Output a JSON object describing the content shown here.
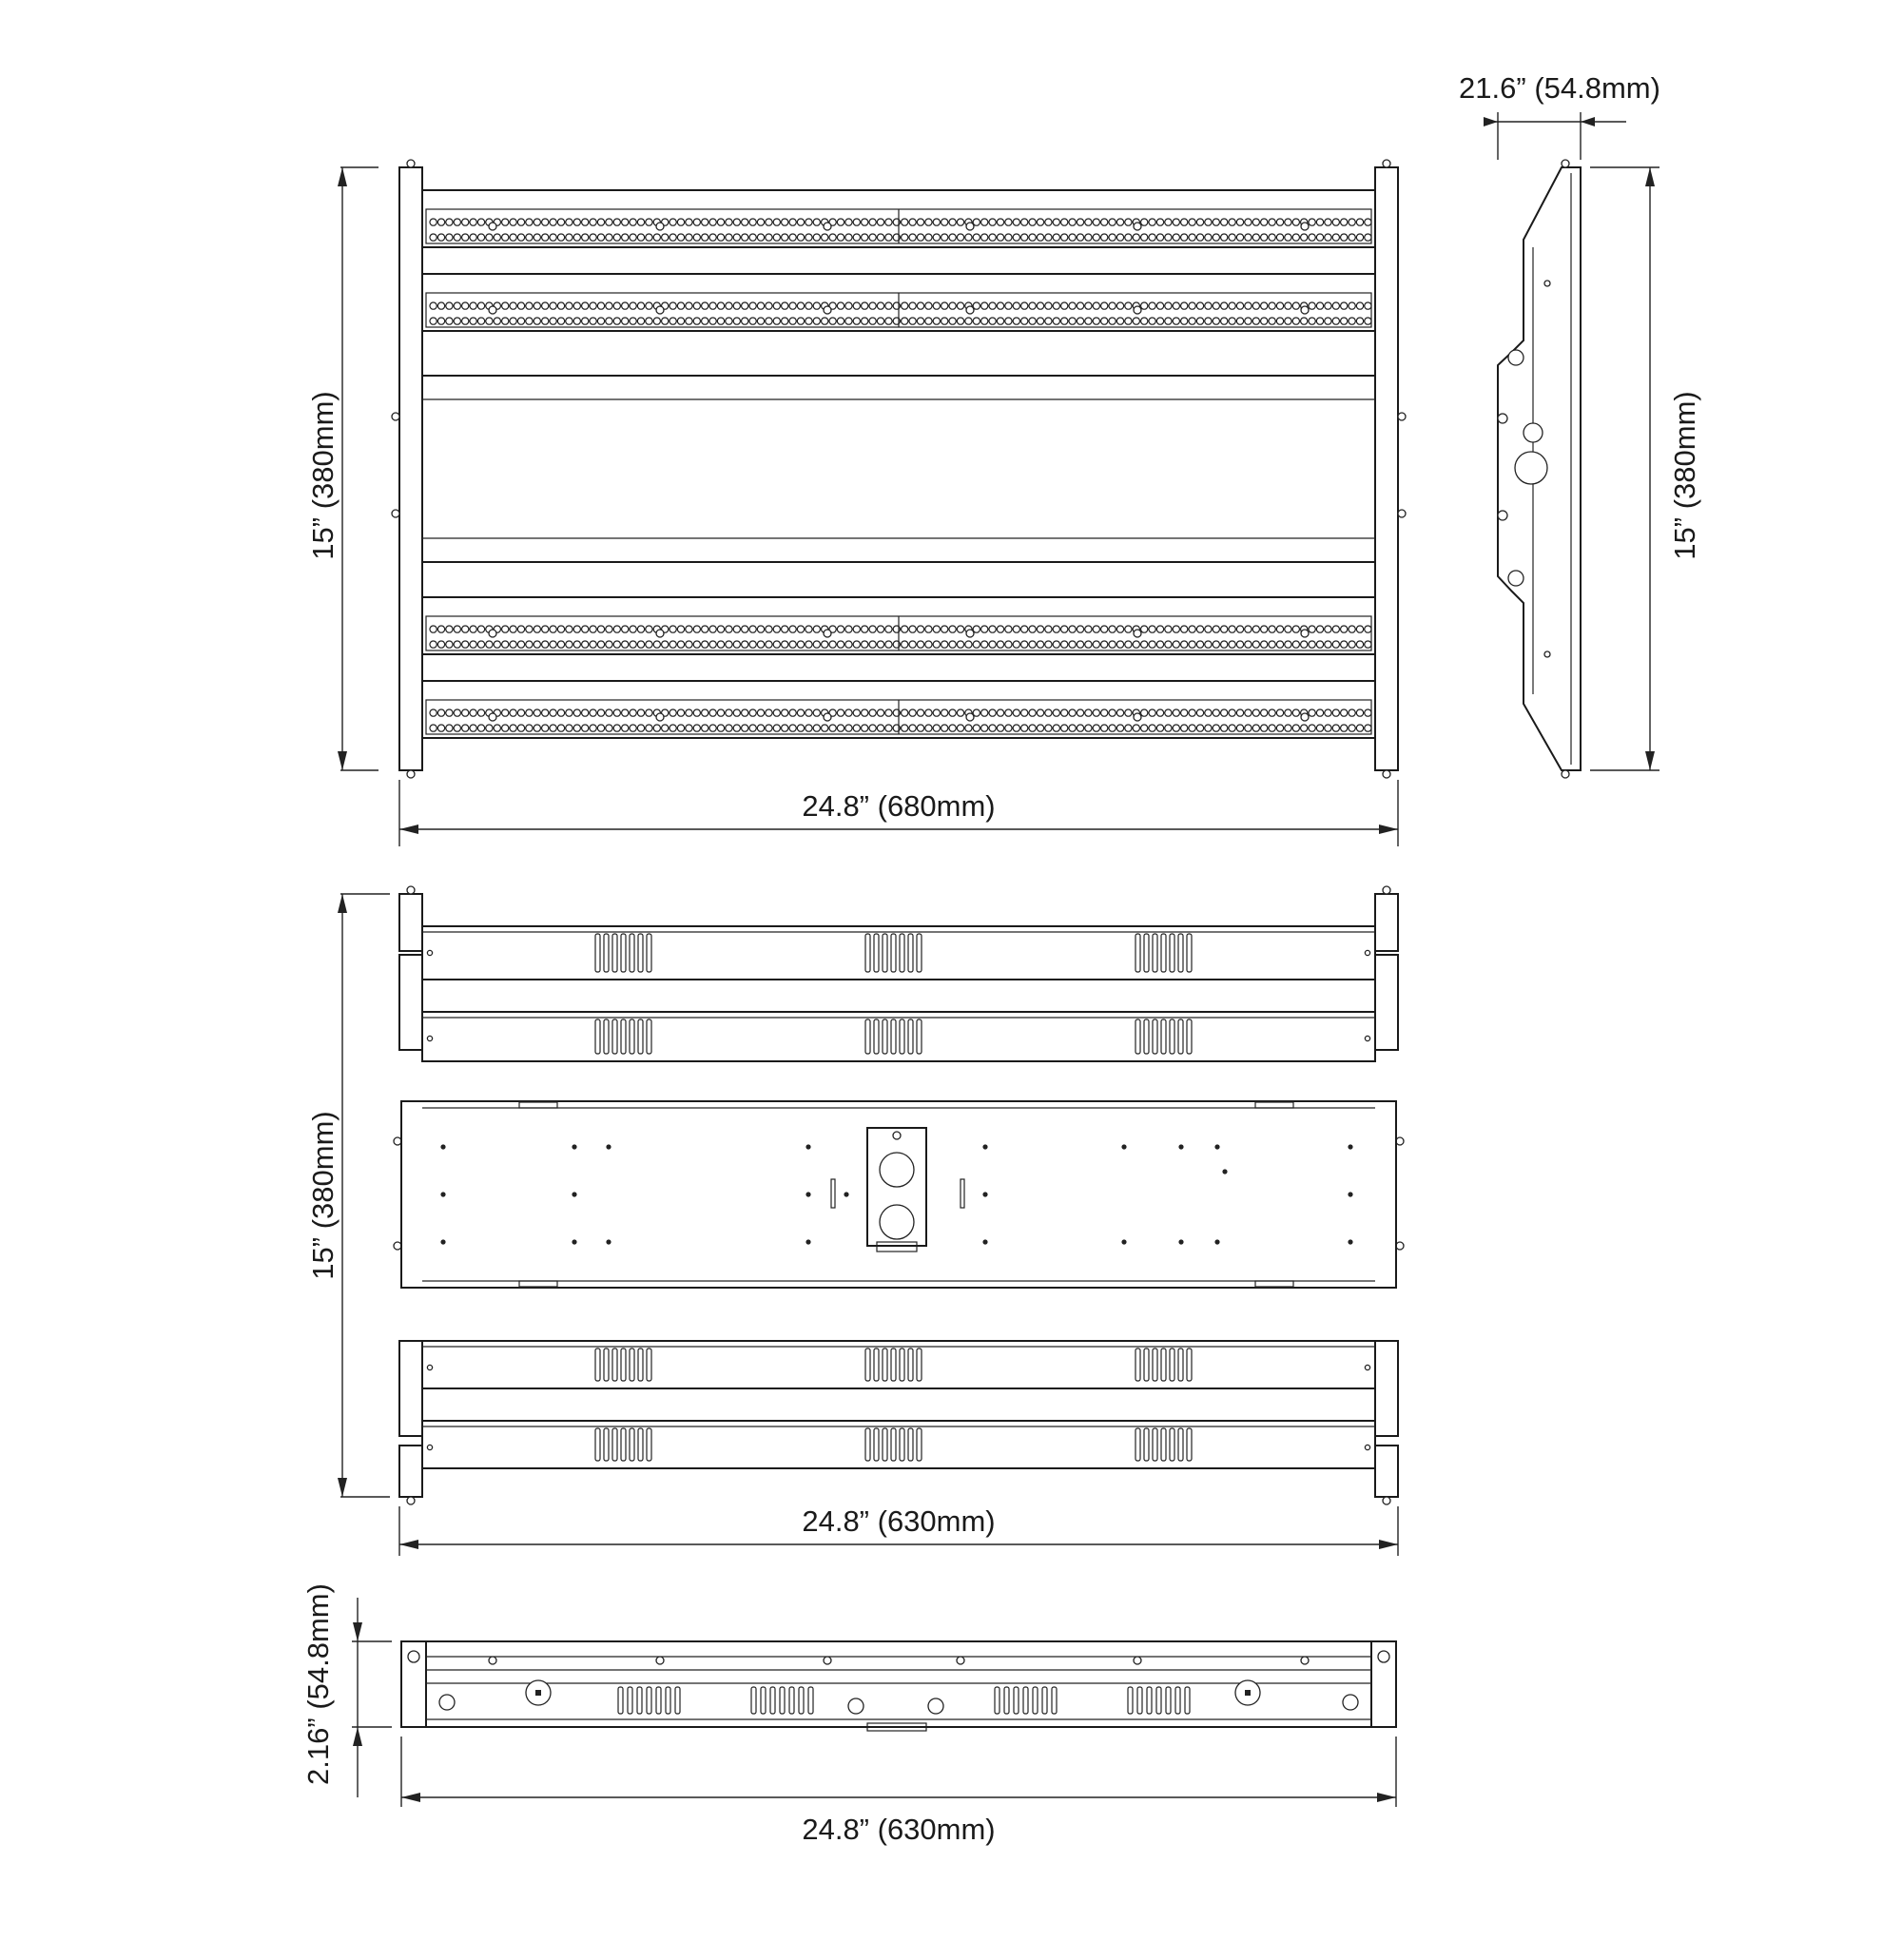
{
  "dimensions": {
    "top_width": "24.8” (680mm)",
    "top_height": "15” (380mm)",
    "side_depth": "21.6” (54.8mm)",
    "side_height": "15” (380mm)",
    "bottom_width": "24.8” (630mm)",
    "bottom_height": "15” (380mm)",
    "profile_width": "24.8” (630mm)",
    "profile_height": "2.16” (54.8mm)"
  },
  "colors": {
    "line": "#1a1a1a",
    "background": "#ffffff"
  }
}
